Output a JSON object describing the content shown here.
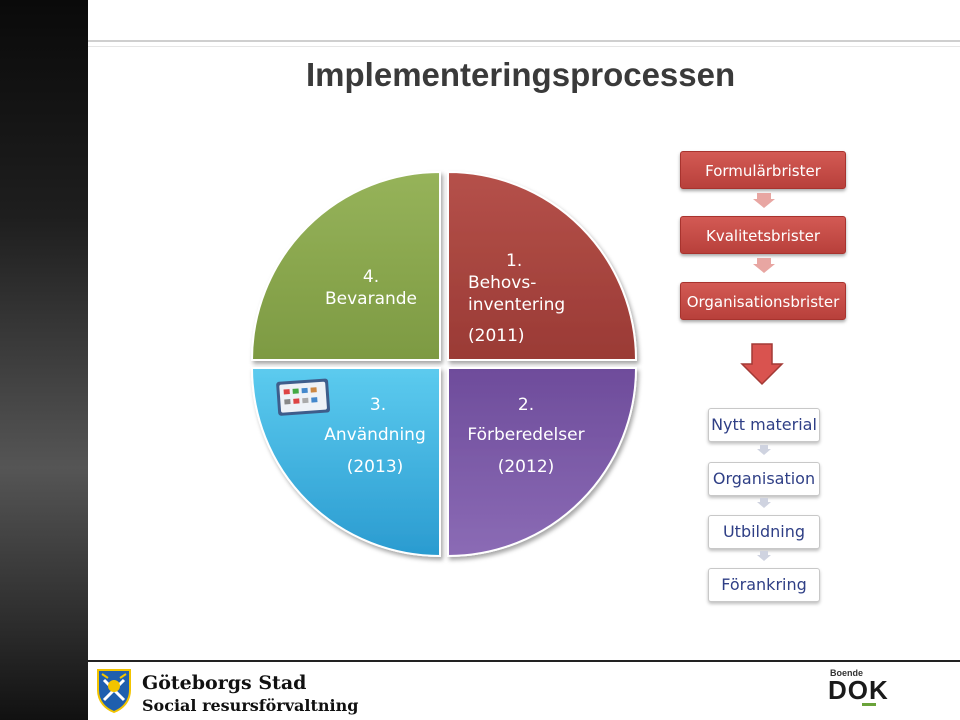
{
  "title": "Implementeringsprocessen",
  "quadrants": {
    "q1": {
      "num": "1.",
      "line1": "Behovs-",
      "line2": "inventering",
      "year": "(2011)",
      "color": "#a8453f"
    },
    "q2": {
      "num": "2.",
      "line1": "Förberedelser",
      "year": "(2012)",
      "color": "#7b5aa6"
    },
    "q3": {
      "num": "3.",
      "line1": "Användning",
      "year": "(2013)",
      "color": "#35aee0"
    },
    "q4": {
      "num": "4.",
      "line1": "Bevarande",
      "color": "#8aa64c"
    }
  },
  "problems": [
    "Formulärbrister",
    "Kvalitetsbrister",
    "Organisationsbrister"
  ],
  "solutions": [
    "Nytt material",
    "Organisation",
    "Utbildning",
    "Förankring"
  ],
  "footer": {
    "org_name": "Göteborgs Stad",
    "org_sub": "Social resursförvaltning",
    "dok_top": "Boende",
    "dok_main": "DOK"
  }
}
